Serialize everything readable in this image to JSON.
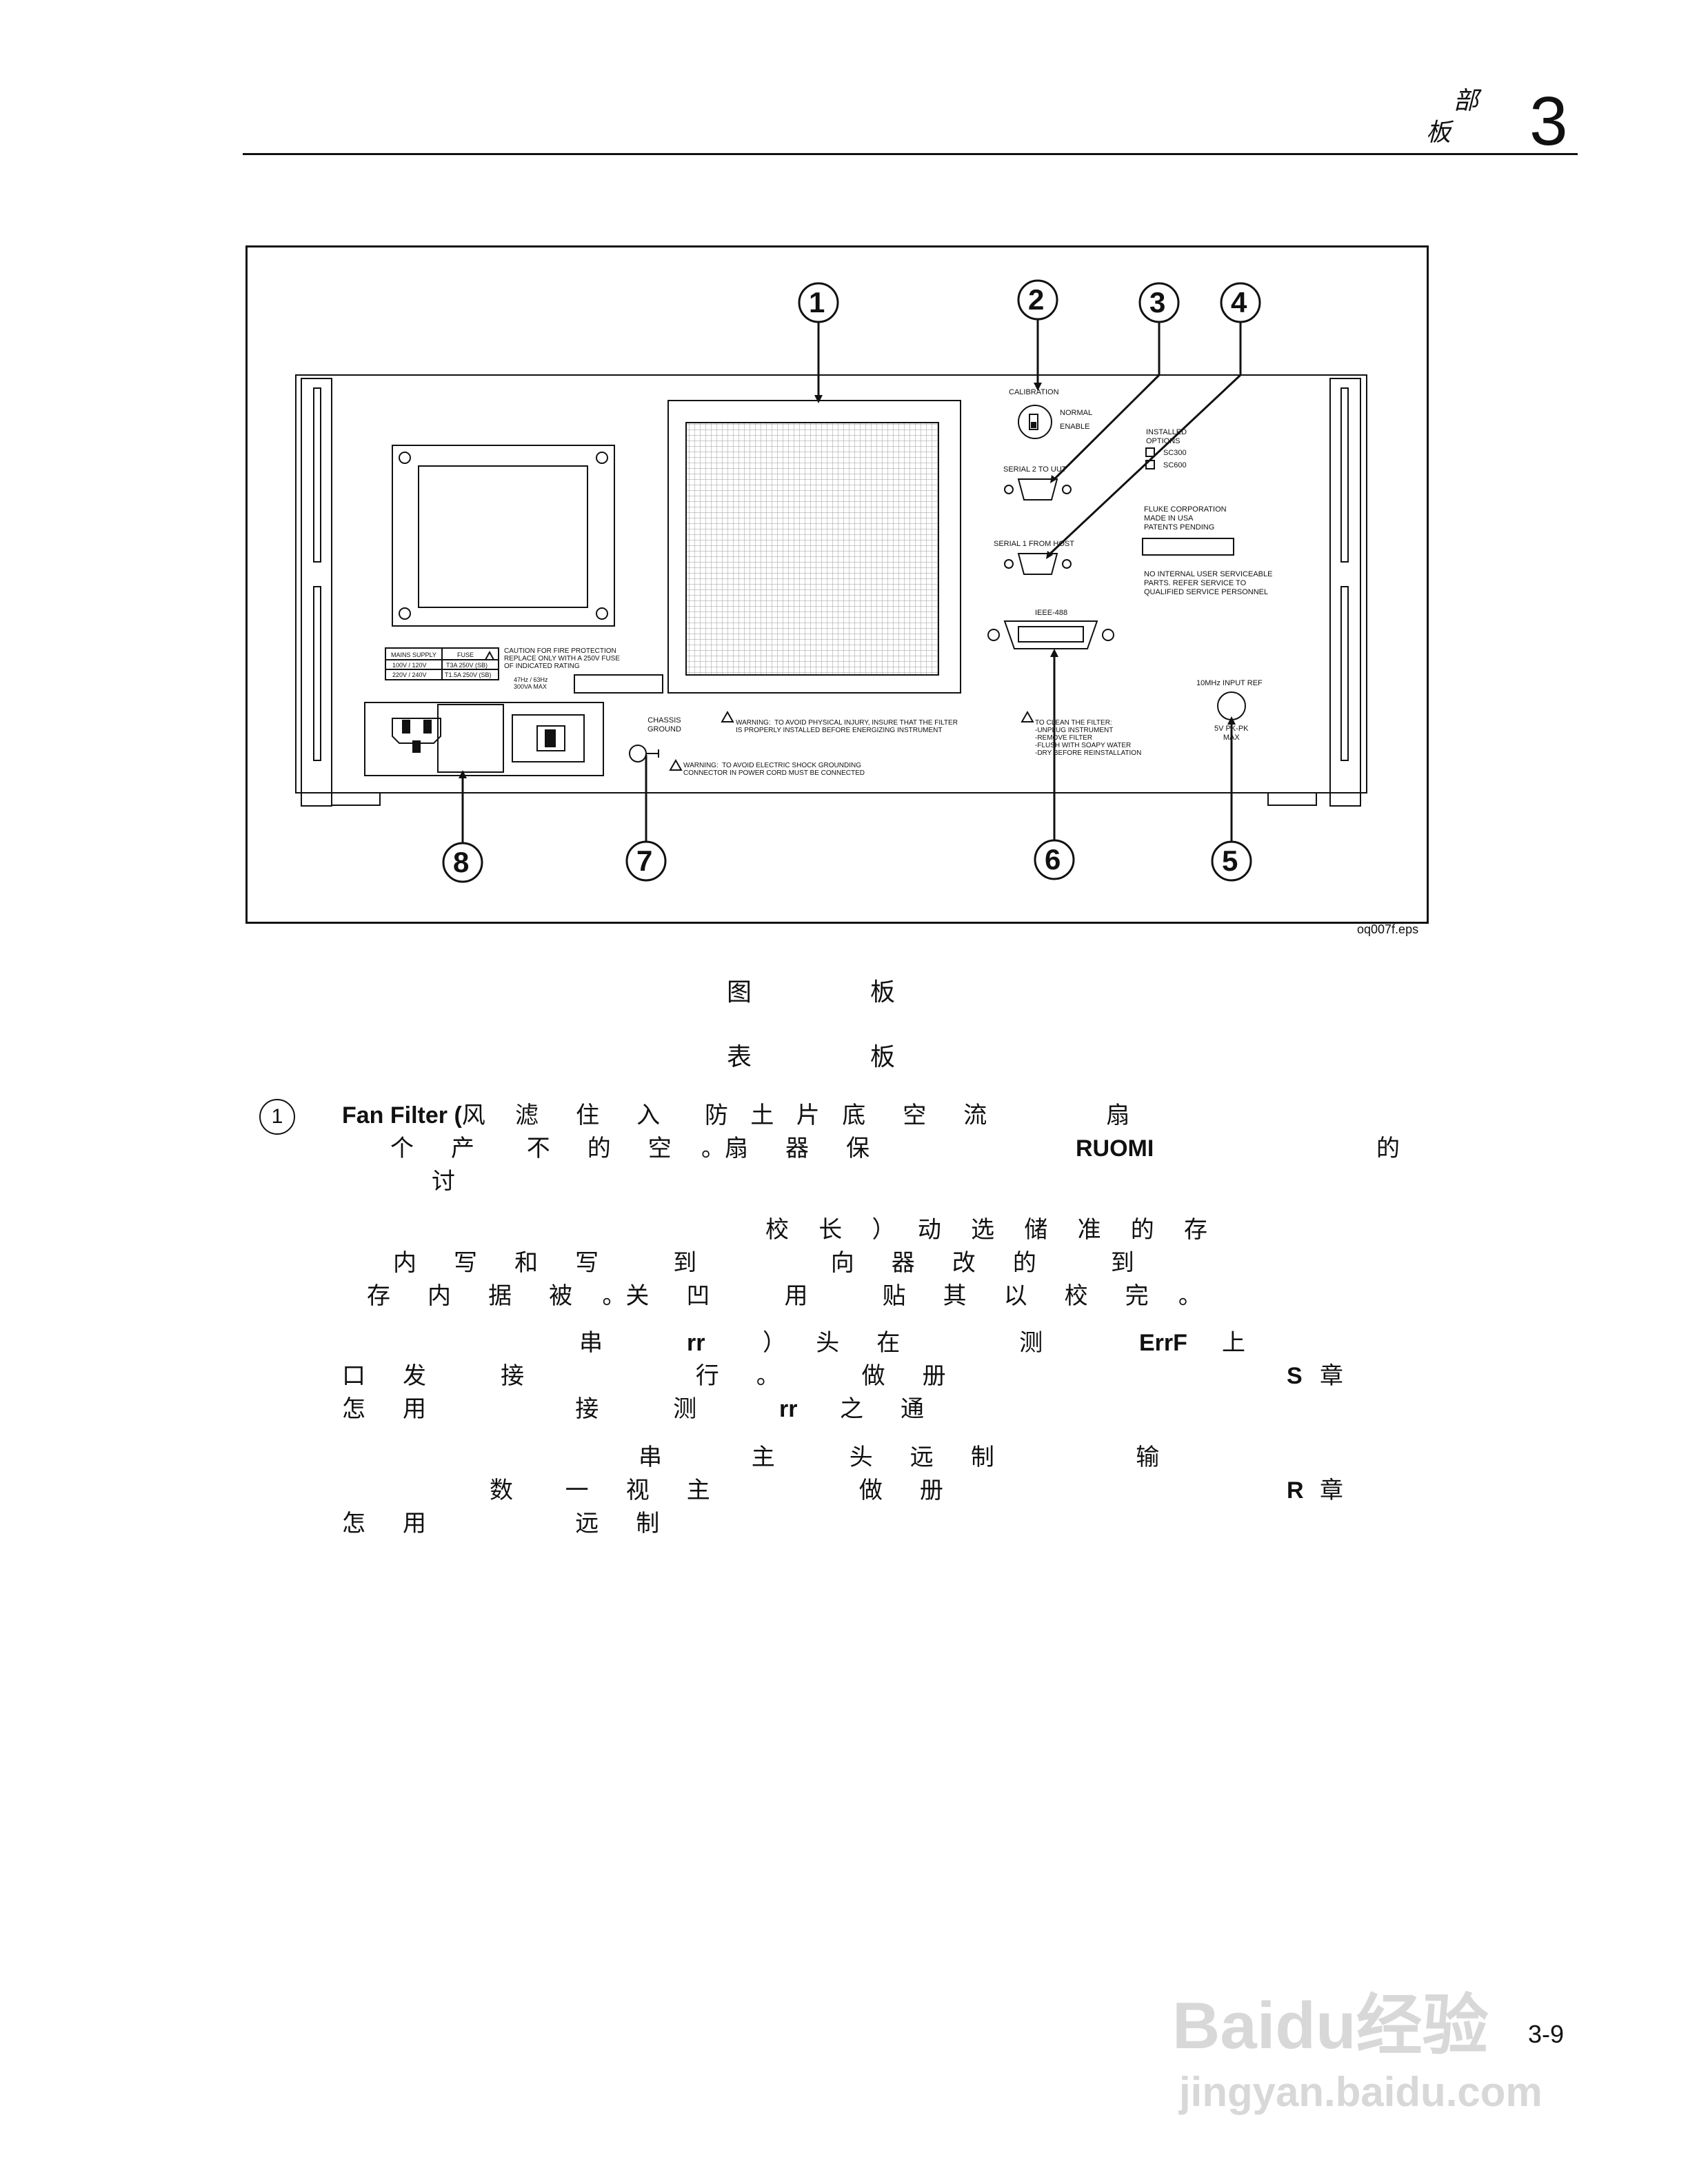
{
  "header": {
    "section_line1": "部",
    "section_line2": "板",
    "chapter_number": "3"
  },
  "figure": {
    "callouts": [
      "1",
      "2",
      "3",
      "4",
      "5",
      "6",
      "7",
      "8"
    ],
    "labels": {
      "calibration": "CALIBRATION",
      "normal": "NORMAL",
      "enable": "ENABLE",
      "serial2": "SERIAL 2 TO UUT",
      "serial1": "SERIAL 1 FROM HOST",
      "installed_options": "INSTALLED OPTIONS",
      "sc300": "SC300",
      "sc600": "SC600",
      "fluke": "FLUKE CORPORATION\nMADE IN USA\nPATENTS PENDING",
      "no_internal": "NO INTERNAL USER SERVICEABLE\nPARTS. REFER SERVICE TO\nQUALIFIED SERVICE PERSONNEL",
      "ieee": "IEEE-488",
      "ref_input": "10MHz INPUT REF",
      "ref_vpk": "5V PK-PK\nMAX",
      "clean_filter": "TO CLEAN THE FILTER:\n-UNPLUG INSTRUMENT\n-REMOVE FILTER\n-FLUSH WITH SOAPY WATER\n-DRY BEFORE REINSTALLATION",
      "warning_filter": "WARNING:  TO AVOID PHYSICAL INJURY, INSURE THAT THE FILTER\nIS PROPERLY INSTALLED BEFORE ENERGIZING INSTRUMENT",
      "warning_shock": "WARNING:  TO AVOID ELECTRIC SHOCK GROUNDING\nCONNECTOR IN POWER CORD MUST BE CONNECTED",
      "chassis_ground": "CHASSIS\nGROUND",
      "mains_supply": "MAINS SUPPLY",
      "fuse": "FUSE",
      "v1": "100V / 120V",
      "v2": "220V / 240V",
      "f1": "T3A 250V (SB)",
      "f2": "T1.5A 250V (SB)",
      "caution": "CAUTION FOR FIRE PROTECTION\nREPLACE ONLY WITH A 250V FUSE\nOF INDICATED RATING",
      "freq": "47Hz / 63Hz\n300VA MAX"
    },
    "filename": "oq007f.eps"
  },
  "figure_caption": {
    "a": "图",
    "b": "板"
  },
  "table_caption": {
    "a": "表",
    "b": "板"
  },
  "items": {
    "item1_marker": "1",
    "i1_l1_bold": "Fan Filter (",
    "i1_l1": "风    滤     住     入      防   土   片   底     空     流                扇",
    "i1_l2a": "个     产       不     的     空    。扇     器     保",
    "i1_l2_bold": "RUOMI",
    "i1_l2b": "的",
    "i1_l3": "讨",
    "i2_l1": "校    长    ）   动    选    储    准    的    存",
    "i2_l2": "内     写     和     写          到                  向     器     改     的          到",
    "i2_l3": "存     内     据     被    。关     凹          用          贴     其     以     校     完    。",
    "i3_l1a": "串",
    "i3_l1_bold1": "rr",
    "i3_l1b": "）    头     在                测",
    "i3_l1_bold2": "ErrF",
    "i3_l1c": "上",
    "i4_l2a": "口     发          接                       行     。           做     册",
    "i3_l2_bold": "S",
    "i3_l2b": "章",
    "i3_l3a": "怎     用                    接          测",
    "i3_l3_bold": "rr",
    "i3_l3b": "之     通",
    "i4_l1": "串            主          头     远     制                   输",
    "i4_l2": "数       一     视     主                    做     册",
    "i4_l2_bold": "R",
    "i4_l2b": "章",
    "i4_l3": "怎     用                    远     制"
  },
  "footer": {
    "page_number": "3-9",
    "watermark_logo": "Baidu经验",
    "watermark_url": "jingyan.baidu.com"
  }
}
